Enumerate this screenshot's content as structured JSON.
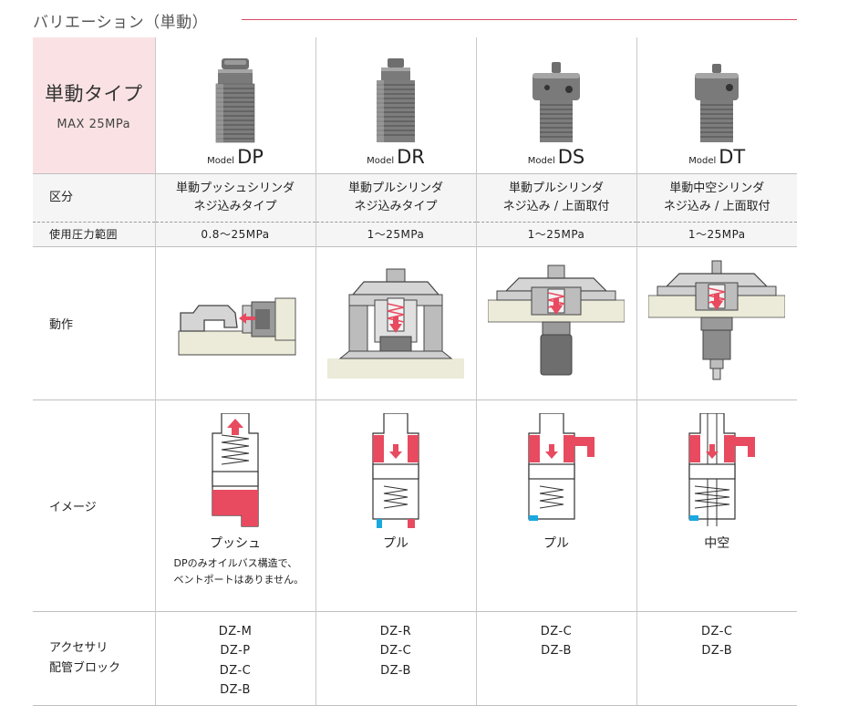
{
  "section": {
    "title": "バリエーション（単動）",
    "accent_color": "#d94a64"
  },
  "header": {
    "title": "単動タイプ",
    "subtitle": "MAX 25MPa",
    "bg_color": "#fae2e4"
  },
  "row_labels": {
    "type": "区分",
    "pressure": "使用圧力範囲",
    "operation": "動作",
    "image": "イメージ",
    "accessory_line1": "アクセサリ",
    "accessory_line2": "配管ブロック"
  },
  "model_prefix": "Model",
  "models": [
    {
      "code": "DP",
      "type_line1": "単動プッシュシリンダ",
      "type_line2": "ネジ込みタイプ",
      "pressure": "0.8～25MPa",
      "image_caption": "プッシュ",
      "image_note_line1": "DPのみオイルバス構造で、",
      "image_note_line2": "ベントポートはありません。",
      "accessories": [
        "DZ-M",
        "DZ-P",
        "DZ-C",
        "DZ-B"
      ]
    },
    {
      "code": "DR",
      "type_line1": "単動プルシリンダ",
      "type_line2": "ネジ込みタイプ",
      "pressure": "1～25MPa",
      "image_caption": "プル",
      "accessories": [
        "DZ-R",
        "DZ-C",
        "DZ-B"
      ]
    },
    {
      "code": "DS",
      "type_line1": "単動プルシリンダ",
      "type_line2": "ネジ込み / 上面取付",
      "pressure": "1～25MPa",
      "image_caption": "プル",
      "accessories": [
        "DZ-C",
        "DZ-B"
      ]
    },
    {
      "code": "DT",
      "type_line1": "単動中空シリンダ",
      "type_line2": "ネジ込み / 上面取付",
      "pressure": "1～25MPa",
      "image_caption": "中空",
      "accessories": [
        "DZ-C",
        "DZ-B"
      ]
    }
  ],
  "colors": {
    "oil_red": "#e84a5f",
    "vent_blue": "#1aa8e0",
    "row_bg": "#f4f5f4",
    "metal_gray": "#8c8c8c",
    "base_beige": "#ecebd9"
  },
  "icons": [
    "cylinder-photo",
    "operation-diagram",
    "schematic-diagram",
    "arrow-up-icon",
    "arrow-down-icon",
    "arrow-left-icon"
  ]
}
